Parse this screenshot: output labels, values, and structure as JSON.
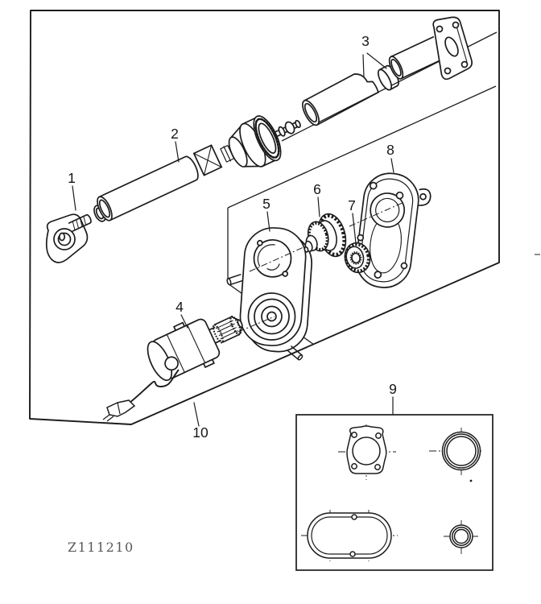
{
  "figure": {
    "code": "Z111210",
    "callouts": [
      {
        "label": "1"
      },
      {
        "label": "2"
      },
      {
        "label": "3"
      },
      {
        "label": "4"
      },
      {
        "label": "5"
      },
      {
        "label": "6"
      },
      {
        "label": "7"
      },
      {
        "label": "8"
      },
      {
        "label": "9"
      },
      {
        "label": "10"
      }
    ],
    "colors": {
      "ink": "#1c1c1c",
      "paper": "#ffffff"
    }
  }
}
